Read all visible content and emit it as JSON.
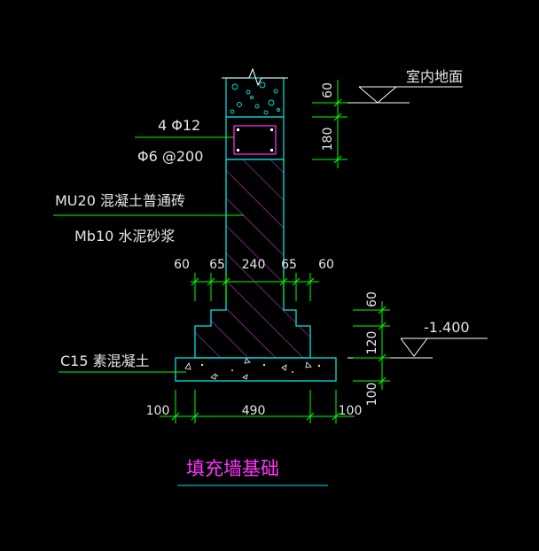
{
  "colors": {
    "background": "#000000",
    "outline": "#00e5e5",
    "hatch": "#cc33cc",
    "dimension": "#00ff00",
    "text": "#e6e6e6",
    "title": "#ff33ff",
    "title_underline": "#00b4c8"
  },
  "labels": {
    "floor": "室内地面",
    "rebar_main": "4 Φ12",
    "rebar_stirrup": "Φ6 @200",
    "brick": "MU20 混凝土普通砖",
    "mortar": "Mb10 水泥砂浆",
    "base": "C15 素混凝土",
    "elevation": "-1.400",
    "title": "填充墙基础"
  },
  "dims": {
    "top": [
      "60",
      "65",
      "240",
      "65",
      "60"
    ],
    "bottom": [
      "100",
      "490",
      "100"
    ],
    "right_upper": [
      "60",
      "180"
    ],
    "right_lower": [
      "60",
      "120",
      "100"
    ]
  }
}
